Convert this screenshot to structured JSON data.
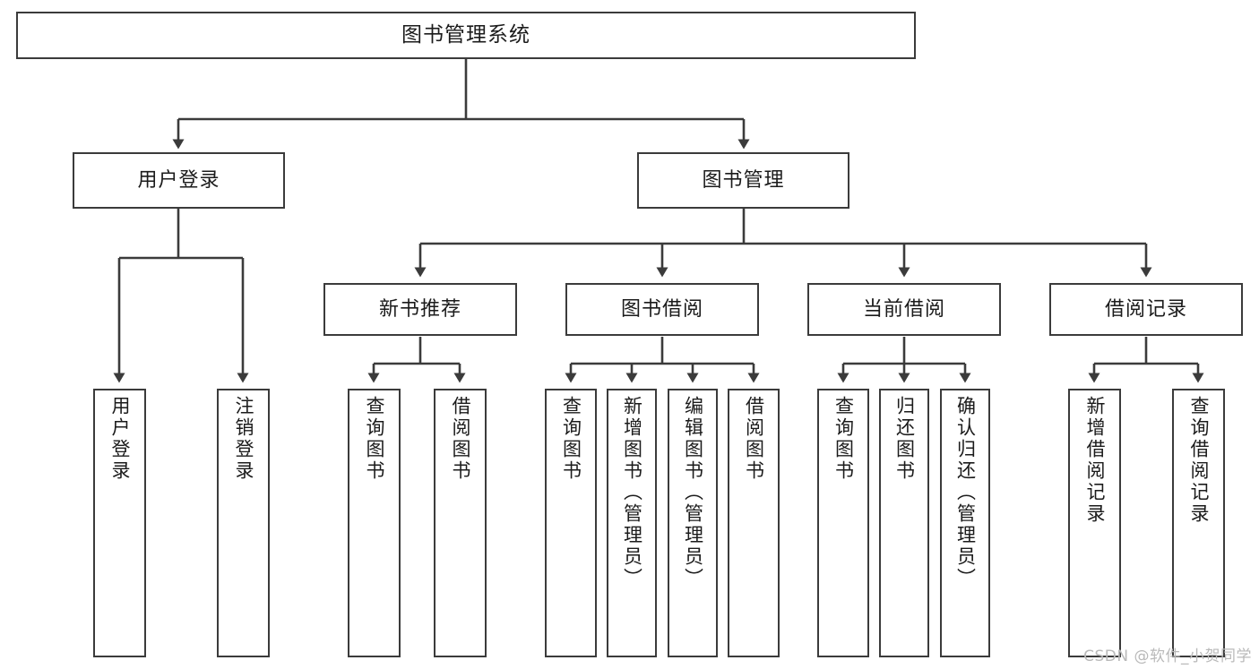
{
  "diagram": {
    "title": "图书管理系统",
    "type": "hierarchy-tree",
    "watermark": "CSDN @软件_小贺同学",
    "colors": {
      "box_border": "#3b3b3b",
      "box_fill": "#ffffff",
      "line": "#3b3b3b",
      "text": "#1b1b1b",
      "watermark": "#b9b9b9"
    },
    "levels": {
      "root": {
        "label": "图书管理系统"
      },
      "level2": [
        {
          "id": "user-login",
          "label": "用户登录"
        },
        {
          "id": "book-manage",
          "label": "图书管理"
        }
      ],
      "level3": [
        {
          "id": "new-book-rec",
          "label": "新书推荐",
          "parent": "book-manage"
        },
        {
          "id": "book-borrow",
          "label": "图书借阅",
          "parent": "book-manage"
        },
        {
          "id": "current-borrow",
          "label": "当前借阅",
          "parent": "book-manage"
        },
        {
          "id": "borrow-record",
          "label": "借阅记录",
          "parent": "book-manage"
        }
      ],
      "leaves": [
        {
          "id": "leaf-1",
          "label": "用户登录",
          "parent": "user-login"
        },
        {
          "id": "leaf-2",
          "label": "注销登录",
          "parent": "user-login"
        },
        {
          "id": "leaf-3",
          "label": "查询图书",
          "parent": "new-book-rec"
        },
        {
          "id": "leaf-4",
          "label": "借阅图书",
          "parent": "new-book-rec"
        },
        {
          "id": "leaf-5",
          "label": "查询图书",
          "parent": "book-borrow"
        },
        {
          "id": "leaf-6",
          "label": "新增图书（管理员）",
          "parent": "book-borrow"
        },
        {
          "id": "leaf-7",
          "label": "编辑图书（管理员）",
          "parent": "book-borrow"
        },
        {
          "id": "leaf-8",
          "label": "借阅图书",
          "parent": "book-borrow"
        },
        {
          "id": "leaf-9",
          "label": "查询图书",
          "parent": "current-borrow"
        },
        {
          "id": "leaf-10",
          "label": "归还图书",
          "parent": "current-borrow"
        },
        {
          "id": "leaf-11",
          "label": "确认归还（管理员）",
          "parent": "current-borrow"
        },
        {
          "id": "leaf-12",
          "label": "新增借阅记录",
          "parent": "borrow-record"
        },
        {
          "id": "leaf-13",
          "label": "查询借阅记录",
          "parent": "borrow-record"
        }
      ]
    }
  }
}
